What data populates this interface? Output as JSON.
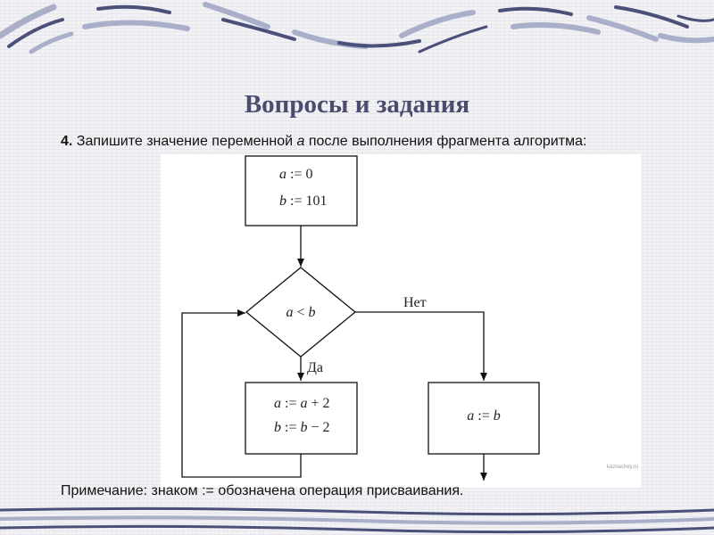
{
  "title": "Вопросы и задания",
  "question": {
    "number": "4.",
    "text_before": " Запишите значение переменной ",
    "variable": "a",
    "text_after": " после выполнения фрагмента алгоритма:"
  },
  "flowchart": {
    "init": {
      "line1_var": "a",
      "line1_rest": " := 0",
      "line2_var": "b",
      "line2_rest": " := 101"
    },
    "condition": {
      "left": "a",
      "op": " < ",
      "right": "b"
    },
    "no_label": "Нет",
    "yes_label": "Да",
    "loop_body": {
      "line1_a": "a",
      "line1_mid": " := ",
      "line1_b": "a",
      "line1_rest": " + 2",
      "line2_a": "b",
      "line2_mid": " := ",
      "line2_b": "b",
      "line2_rest": " − 2"
    },
    "result": {
      "left": "a",
      "op": " := ",
      "right": "b"
    },
    "watermark": "kaznachey.ru"
  },
  "note": "Примечание: знаком := обозначена операция присваивания.",
  "colors": {
    "title": "#4a4d6e",
    "stripe_dark": "#4a5078",
    "stripe_light": "#a9aec9"
  }
}
